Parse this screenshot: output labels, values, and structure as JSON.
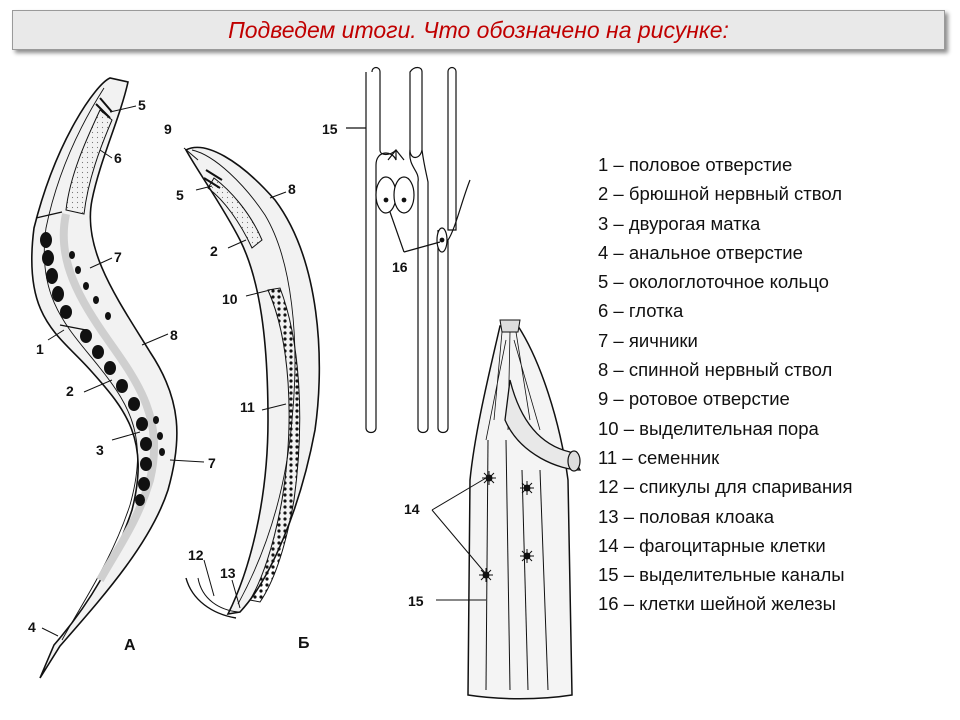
{
  "title": "Подведем итоги. Что обозначено на рисунке:",
  "legend": [
    "1 – половое отверстие",
    "2 – брюшной нервный ствол",
    "3 – двурогая матка",
    "4 – анальное отверстие",
    "5 – окологлоточное кольцо",
    "6 – глотка",
    "7 – яичники",
    "8 – спинной нервный ствол",
    "9 – ротовое отверстие",
    "10 – выделительная пора",
    "11 – семенник",
    "12 – спикулы для спаривания",
    "13 – половая клоака",
    "14 – фагоцитарные клетки",
    "15 – выделительные каналы",
    "16 – клетки шейной железы"
  ],
  "female_labels": {
    "l5": "5",
    "l6": "6",
    "l7a": "7",
    "l8": "8",
    "l1": "1",
    "l2": "2",
    "l3": "3",
    "l7b": "7",
    "l4": "4",
    "caption": "А"
  },
  "male_labels": {
    "l9": "9",
    "l5": "5",
    "l8": "8",
    "l2": "2",
    "l10": "10",
    "l11": "11",
    "l12": "12",
    "l13": "13",
    "caption": "Б"
  },
  "canal_labels": {
    "l15": "15",
    "l16": "16"
  },
  "tube_labels": {
    "l14": "14",
    "l15": "15"
  }
}
